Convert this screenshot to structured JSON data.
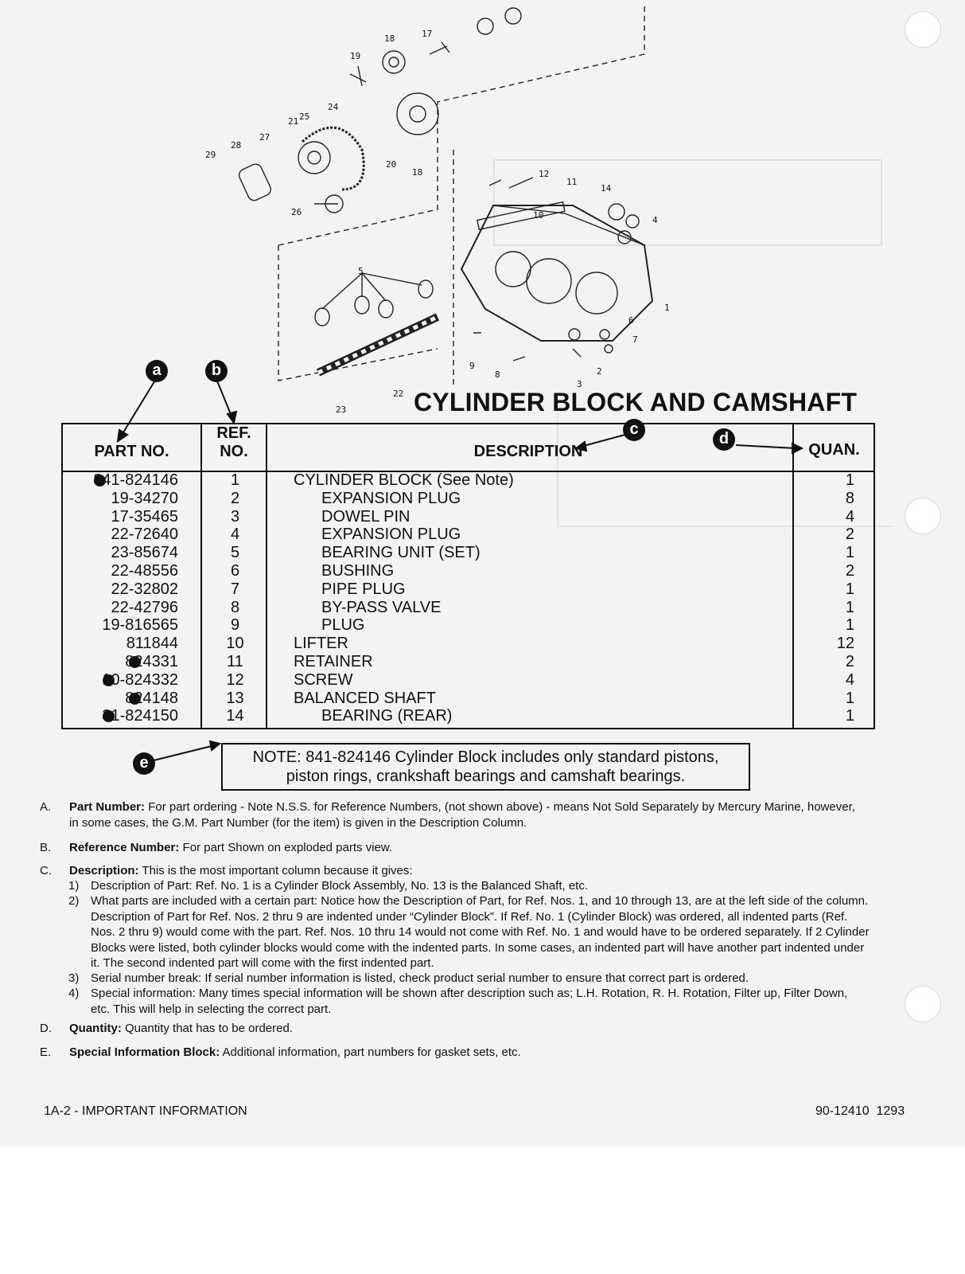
{
  "diagram": {
    "callouts": [
      "1",
      "2",
      "3",
      "4",
      "5",
      "6",
      "7",
      "8",
      "9",
      "10",
      "11",
      "12",
      "14",
      "17",
      "18",
      "18",
      "19",
      "20",
      "21",
      "22",
      "23",
      "24",
      "25",
      "26",
      "27",
      "28",
      "29"
    ]
  },
  "markers": {
    "a": "a",
    "b": "b",
    "c": "c",
    "d": "d",
    "e": "e"
  },
  "section_title": "CYLINDER BLOCK AND CAMSHAFT",
  "table": {
    "headers": {
      "part_no": "PART NO.",
      "ref_line1": "REF.",
      "ref_line2": "NO.",
      "description": "DESCRIPTION",
      "quan": "QUAN."
    },
    "rows": [
      {
        "part": "841-824146",
        "dot": true,
        "ref": "1",
        "desc": "CYLINDER BLOCK (See Note)",
        "indent": false,
        "qty": "1"
      },
      {
        "part": "19-34270",
        "dot": false,
        "ref": "2",
        "desc": "EXPANSION PLUG",
        "indent": true,
        "qty": "8"
      },
      {
        "part": "17-35465",
        "dot": false,
        "ref": "3",
        "desc": "DOWEL PIN",
        "indent": true,
        "qty": "4"
      },
      {
        "part": "22-72640",
        "dot": false,
        "ref": "4",
        "desc": "EXPANSION PLUG",
        "indent": true,
        "qty": "2"
      },
      {
        "part": "23-85674",
        "dot": false,
        "ref": "5",
        "desc": "BEARING UNIT (SET)",
        "indent": true,
        "qty": "1"
      },
      {
        "part": "22-48556",
        "dot": false,
        "ref": "6",
        "desc": "BUSHING",
        "indent": true,
        "qty": "2"
      },
      {
        "part": "22-32802",
        "dot": false,
        "ref": "7",
        "desc": "PIPE PLUG",
        "indent": true,
        "qty": "1"
      },
      {
        "part": "22-42796",
        "dot": false,
        "ref": "8",
        "desc": "BY-PASS VALVE",
        "indent": true,
        "qty": "1"
      },
      {
        "part": "19-816565",
        "dot": false,
        "ref": "9",
        "desc": "PLUG",
        "indent": true,
        "qty": "1"
      },
      {
        "part": "811844",
        "dot": false,
        "ref": "10",
        "desc": "LIFTER",
        "indent": false,
        "qty": "12"
      },
      {
        "part": "824331",
        "dot": true,
        "ref": "11",
        "desc": "RETAINER",
        "indent": false,
        "qty": "2"
      },
      {
        "part": "10-824332",
        "dot": true,
        "ref": "12",
        "desc": "SCREW",
        "indent": false,
        "qty": "4"
      },
      {
        "part": "824148",
        "dot": true,
        "ref": "13",
        "desc": "BALANCED SHAFT",
        "indent": false,
        "qty": "1"
      },
      {
        "part": "31-824150",
        "dot": true,
        "ref": "14",
        "desc": "BEARING (REAR)",
        "indent": true,
        "qty": "1"
      }
    ]
  },
  "note": {
    "line1": "NOTE: 841-824146 Cylinder Block includes only standard pistons,",
    "line2": "piston rings, crankshaft bearings and camshaft bearings."
  },
  "legend": {
    "a": {
      "letter": "A.",
      "label": "Part Number:",
      "text": " For part ordering - Note N.S.S. for Reference Numbers, (not shown above) - means Not Sold Separately by Mercury Marine, however,",
      "text2": "in some cases, the G.M. Part Number (for the item) is given in the Description Column."
    },
    "b": {
      "letter": "B.",
      "label": "Reference Number:",
      "text": " For part Shown on exploded parts view."
    },
    "c": {
      "letter": "C.",
      "label": "Description:",
      "text": " This is the most important column because it gives:"
    },
    "c_items": [
      {
        "num": "1)",
        "lines": [
          "Description of Part: Ref. No. 1 is a Cylinder Block Assembly, No. 13 is the Balanced Shaft, etc."
        ]
      },
      {
        "num": "2)",
        "lines": [
          "What parts are included with a certain part: Notice how the Description of Part, for Ref. Nos. 1, and 10 through 13, are at the left side of the column.",
          "Description of Part for Ref. Nos. 2 thru 9 are indented under “Cylinder Block”. If Ref. No. 1 (Cylinder Block) was ordered, all indented parts (Ref.",
          "Nos. 2 thru 9) would come with the part. Ref. Nos. 10 thru 14 would not come with Ref. No. 1 and would have to be ordered separately. If 2 Cylinder",
          "Blocks were listed, both cylinder blocks would come with the indented parts. In some cases, an indented part will have another part indented under",
          "it. The second indented part will come with the first indented part."
        ]
      },
      {
        "num": "3)",
        "lines": [
          "Serial number break: If serial number information is listed, check product serial number to ensure that correct part is ordered."
        ]
      },
      {
        "num": "4)",
        "lines": [
          "Special information: Many times special information will be shown after description such as; L.H. Rotation, R. H. Rotation, Filter up, Filter Down,",
          "etc. This will help in selecting the correct part."
        ]
      }
    ],
    "d": {
      "letter": "D.",
      "label": "Quantity:",
      "text": " Quantity that has to be ordered."
    },
    "e": {
      "letter": "E.",
      "label": "Special Information Block:",
      "text": " Additional information, part numbers for gasket sets, etc."
    }
  },
  "footer": {
    "left": "1A-2 - IMPORTANT INFORMATION",
    "right": "90-12410  1293"
  }
}
